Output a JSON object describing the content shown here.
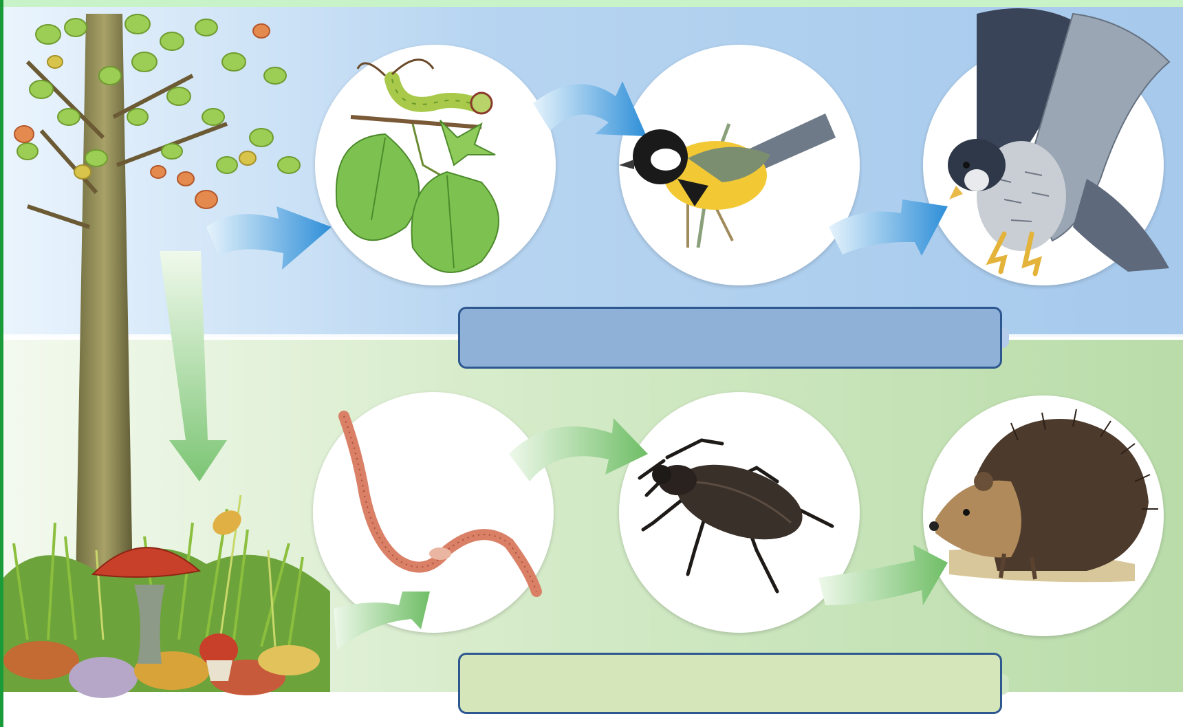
{
  "scene": {
    "topic": "food-chains",
    "pasture_chain": {
      "producer": "tree",
      "consumers": [
        "caterpillar",
        "great-tit",
        "falcon"
      ],
      "label_box_color": "#8fb1d8",
      "arrow_color": "#4a9fe0"
    },
    "detritus_chain": {
      "decomposers": [
        "mushroom",
        "leaf-litter"
      ],
      "consumers": [
        "earthworm",
        "ground-beetle",
        "hedgehog"
      ],
      "label_box_color": "#d4e6ba",
      "arrow_color": "#86c97c"
    },
    "label_box_border_color": "#2d578f"
  }
}
